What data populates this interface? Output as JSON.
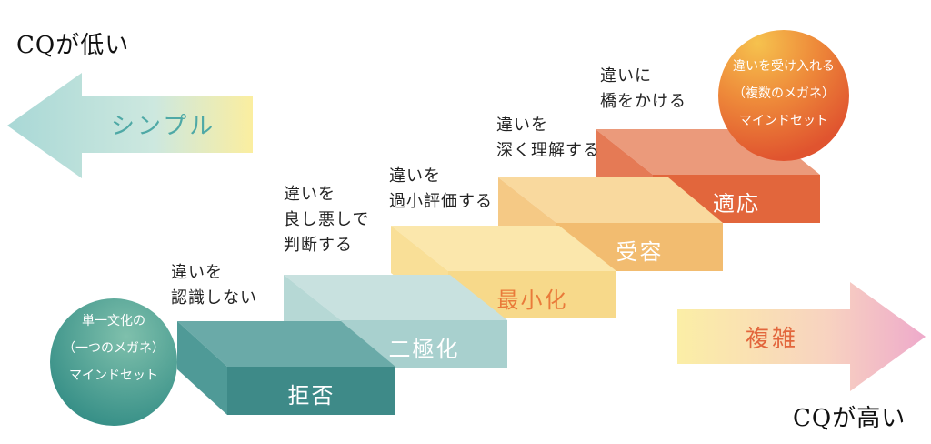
{
  "cq_low": "CQが低い",
  "cq_high": "CQが高い",
  "arrow_left_label": "シンプル",
  "arrow_right_label": "複雑",
  "circle_left": [
    "単一文化の",
    "（一つのメガネ）",
    "マインドセット"
  ],
  "circle_right": [
    "違いを受け入れる",
    "（複数のメガネ）",
    "マインドセット"
  ],
  "steps": [
    {
      "name": "拒否",
      "desc": [
        "違いを",
        "認識しない"
      ]
    },
    {
      "name": "二極化",
      "desc": [
        "違いを",
        "良し悪しで",
        "判断する"
      ]
    },
    {
      "name": "最小化",
      "desc": [
        "違いを",
        "過小評価する"
      ]
    },
    {
      "name": "受容",
      "desc": [
        "違いを",
        "深く理解する"
      ]
    },
    {
      "name": "適応",
      "desc": [
        "違いに",
        "橋をかける"
      ]
    }
  ],
  "colors": {
    "step1": "#3e8a88",
    "step2": "#a8d0ce",
    "step3": "#f7d98a",
    "step4": "#f2bc70",
    "step5": "#e2663c"
  }
}
